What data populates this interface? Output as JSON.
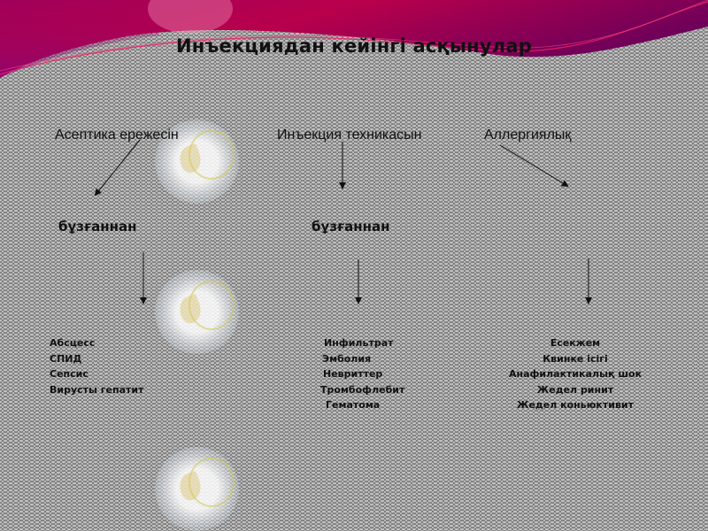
{
  "slide": {
    "title": "Инъекциядан кейінгі асқынулар",
    "colors": {
      "header_top": "#a8004e",
      "header_right": "#6e0058",
      "header_left_bottom": "#8a0a7a",
      "accent_line": "#e8206a",
      "text": "#111111",
      "background_pattern": "#c8c8c8"
    },
    "categories": [
      {
        "label": "Асептика ережесін"
      },
      {
        "label": "Инъекция техникасын"
      },
      {
        "label": "Аллергиялық"
      }
    ],
    "middle_labels": [
      {
        "label": "бұзғаннан"
      },
      {
        "label": "бұзғаннан"
      }
    ],
    "columns": [
      {
        "items": [
          "Абсцесс",
          "СПИД",
          "Сепсис",
          "Вирусты гепатит"
        ]
      },
      {
        "items": [
          "Инфильтрат",
          "Эмболия",
          "Невриттер",
          "Тромбофлебит",
          "Гематома"
        ]
      },
      {
        "items": [
          "Есекжем",
          "Квинке ісігі",
          "Анафилактикалық шок",
          "Жедел ринит",
          "Жедел коньюктивит"
        ]
      }
    ],
    "icons": {
      "arrow": "arrow-icon",
      "watermark": "hummingbird-logo-icon"
    }
  }
}
